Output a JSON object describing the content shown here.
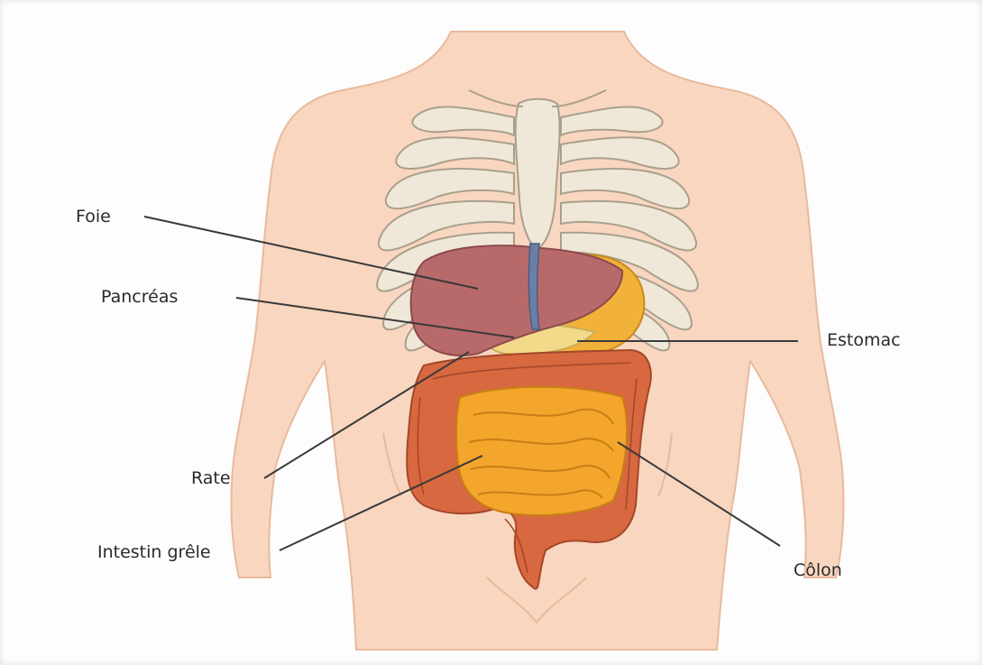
{
  "labels": {
    "foie": "Foie",
    "pancreas": "Pancréas",
    "estomac": "Estomac",
    "rate": "Rate",
    "intestin_grele": "Intestin grêle",
    "colon": "Côlon"
  },
  "colors": {
    "skin": "#f9d6c0",
    "skin_outline": "#e9b99c",
    "bone": "#efe8d8",
    "bone_outline": "#a9a08c",
    "liver": "#b86a6a",
    "stomach": "#f2b23a",
    "pancreas": "#f3d98a",
    "small_intestine": "#f4a52b",
    "colon": "#d8683f",
    "leader_line": "#3a3a3a"
  }
}
